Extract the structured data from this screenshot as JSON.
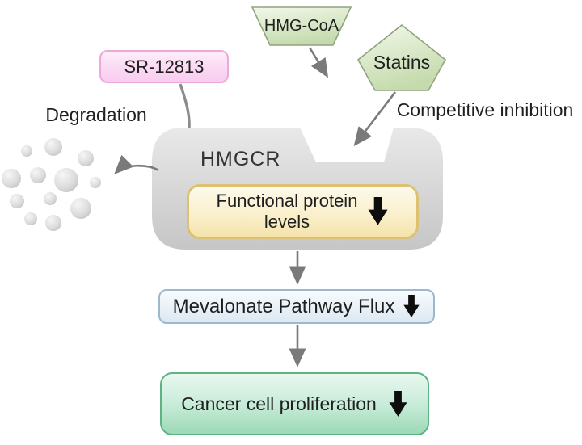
{
  "figure": {
    "title": "HMGCR inhibition pathway diagram",
    "nodes": {
      "hmg_coa": {
        "label": "HMG-CoA",
        "shape": "trapezoid"
      },
      "statins": {
        "label": "Statins",
        "shape": "pentagon"
      },
      "sr12813": {
        "label": "SR-12813",
        "shape": "rounded-rect"
      },
      "degradation": {
        "label": "Degradation"
      },
      "competitive_inhibition": {
        "label": "Competitive inhibition"
      },
      "hmgcr": {
        "label": "HMGCR",
        "shape": "enzyme-blob-with-binding-pocket"
      },
      "functional_protein": {
        "line1": "Functional protein",
        "line2": "levels",
        "trend": "decrease"
      },
      "mevalonate": {
        "label": "Mevalonate Pathway Flux",
        "trend": "decrease"
      },
      "cancer": {
        "label": "Cancer cell proliferation",
        "trend": "decrease"
      }
    },
    "edges": [
      {
        "from": "hmg_coa",
        "to": "hmgcr",
        "type": "arrow"
      },
      {
        "from": "statins",
        "to": "hmgcr-binding-pocket",
        "type": "arrow",
        "label": "Competitive inhibition"
      },
      {
        "from": "sr12813",
        "to": "hmgcr",
        "type": "line"
      },
      {
        "from": "hmgcr",
        "to": "degradation-fragments",
        "type": "curved-arrow"
      },
      {
        "from": "hmgcr",
        "to": "mevalonate",
        "type": "arrow"
      },
      {
        "from": "mevalonate",
        "to": "cancer",
        "type": "arrow"
      }
    ],
    "colors": {
      "green_shape_light": "#f2f8ea",
      "green_shape_dark": "#c5dbad",
      "green_shape_border": "#8fa37e",
      "pink_fill": "#fbd9f3",
      "pink_border": "#eca8da",
      "blob_light": "#e9e9e9",
      "blob_dark": "#c6c6c6",
      "yellow_fill": "#faf0cd",
      "yellow_border": "#ddc173",
      "blue_fill": "#e9f1f8",
      "blue_border": "#9db8cd",
      "green_box_fill": "#c9ecd9",
      "green_box_border": "#5cb485",
      "arrow_gray": "#7a7a7a",
      "text": "#1f1f1f"
    }
  }
}
